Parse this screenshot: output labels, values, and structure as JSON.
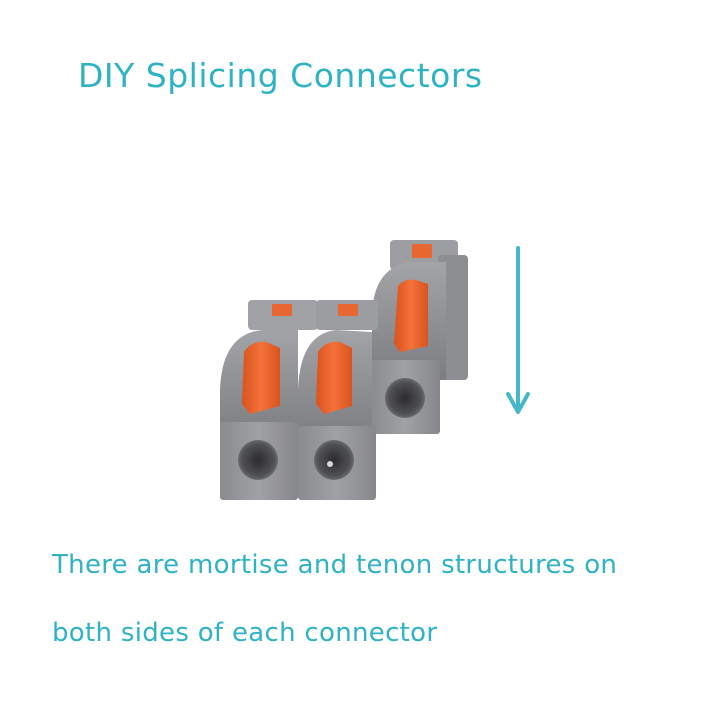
{
  "title": "DIY Splicing Connectors",
  "caption": {
    "line1": "There are mortise and tenon structures on",
    "line2": "both sides of each connector"
  },
  "colors": {
    "accent": "#2fb3c4",
    "connector_body": "#8c8d90",
    "lever": "#f2672c"
  },
  "icons": {
    "arrow": "down-arrow-icon"
  }
}
